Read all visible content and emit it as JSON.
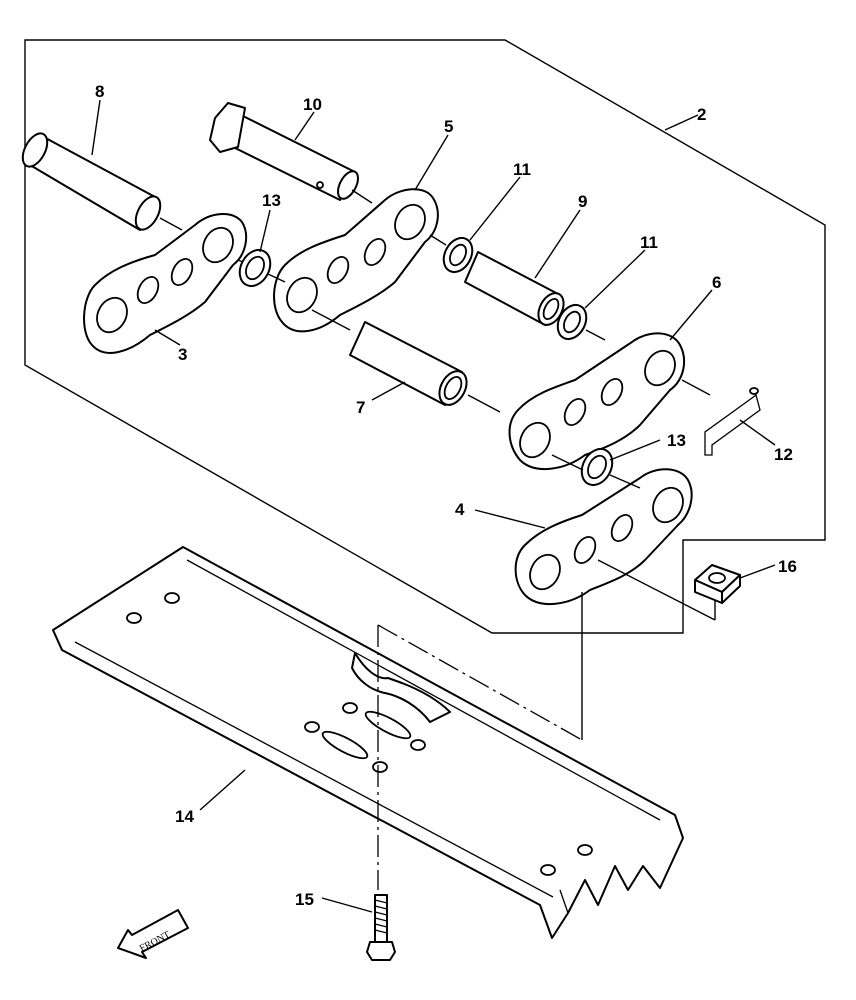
{
  "callouts": [
    {
      "id": "2",
      "label": "2"
    },
    {
      "id": "3",
      "label": "3"
    },
    {
      "id": "4",
      "label": "4"
    },
    {
      "id": "5",
      "label": "5"
    },
    {
      "id": "6",
      "label": "6"
    },
    {
      "id": "7",
      "label": "7"
    },
    {
      "id": "8",
      "label": "8"
    },
    {
      "id": "9",
      "label": "9"
    },
    {
      "id": "10",
      "label": "10"
    },
    {
      "id": "11a",
      "label": "11"
    },
    {
      "id": "11b",
      "label": "11"
    },
    {
      "id": "12",
      "label": "12"
    },
    {
      "id": "13a",
      "label": "13"
    },
    {
      "id": "13b",
      "label": "13"
    },
    {
      "id": "14",
      "label": "14"
    },
    {
      "id": "15",
      "label": "15"
    },
    {
      "id": "16",
      "label": "16"
    }
  ],
  "front_arrow": {
    "label": "FRONT"
  }
}
